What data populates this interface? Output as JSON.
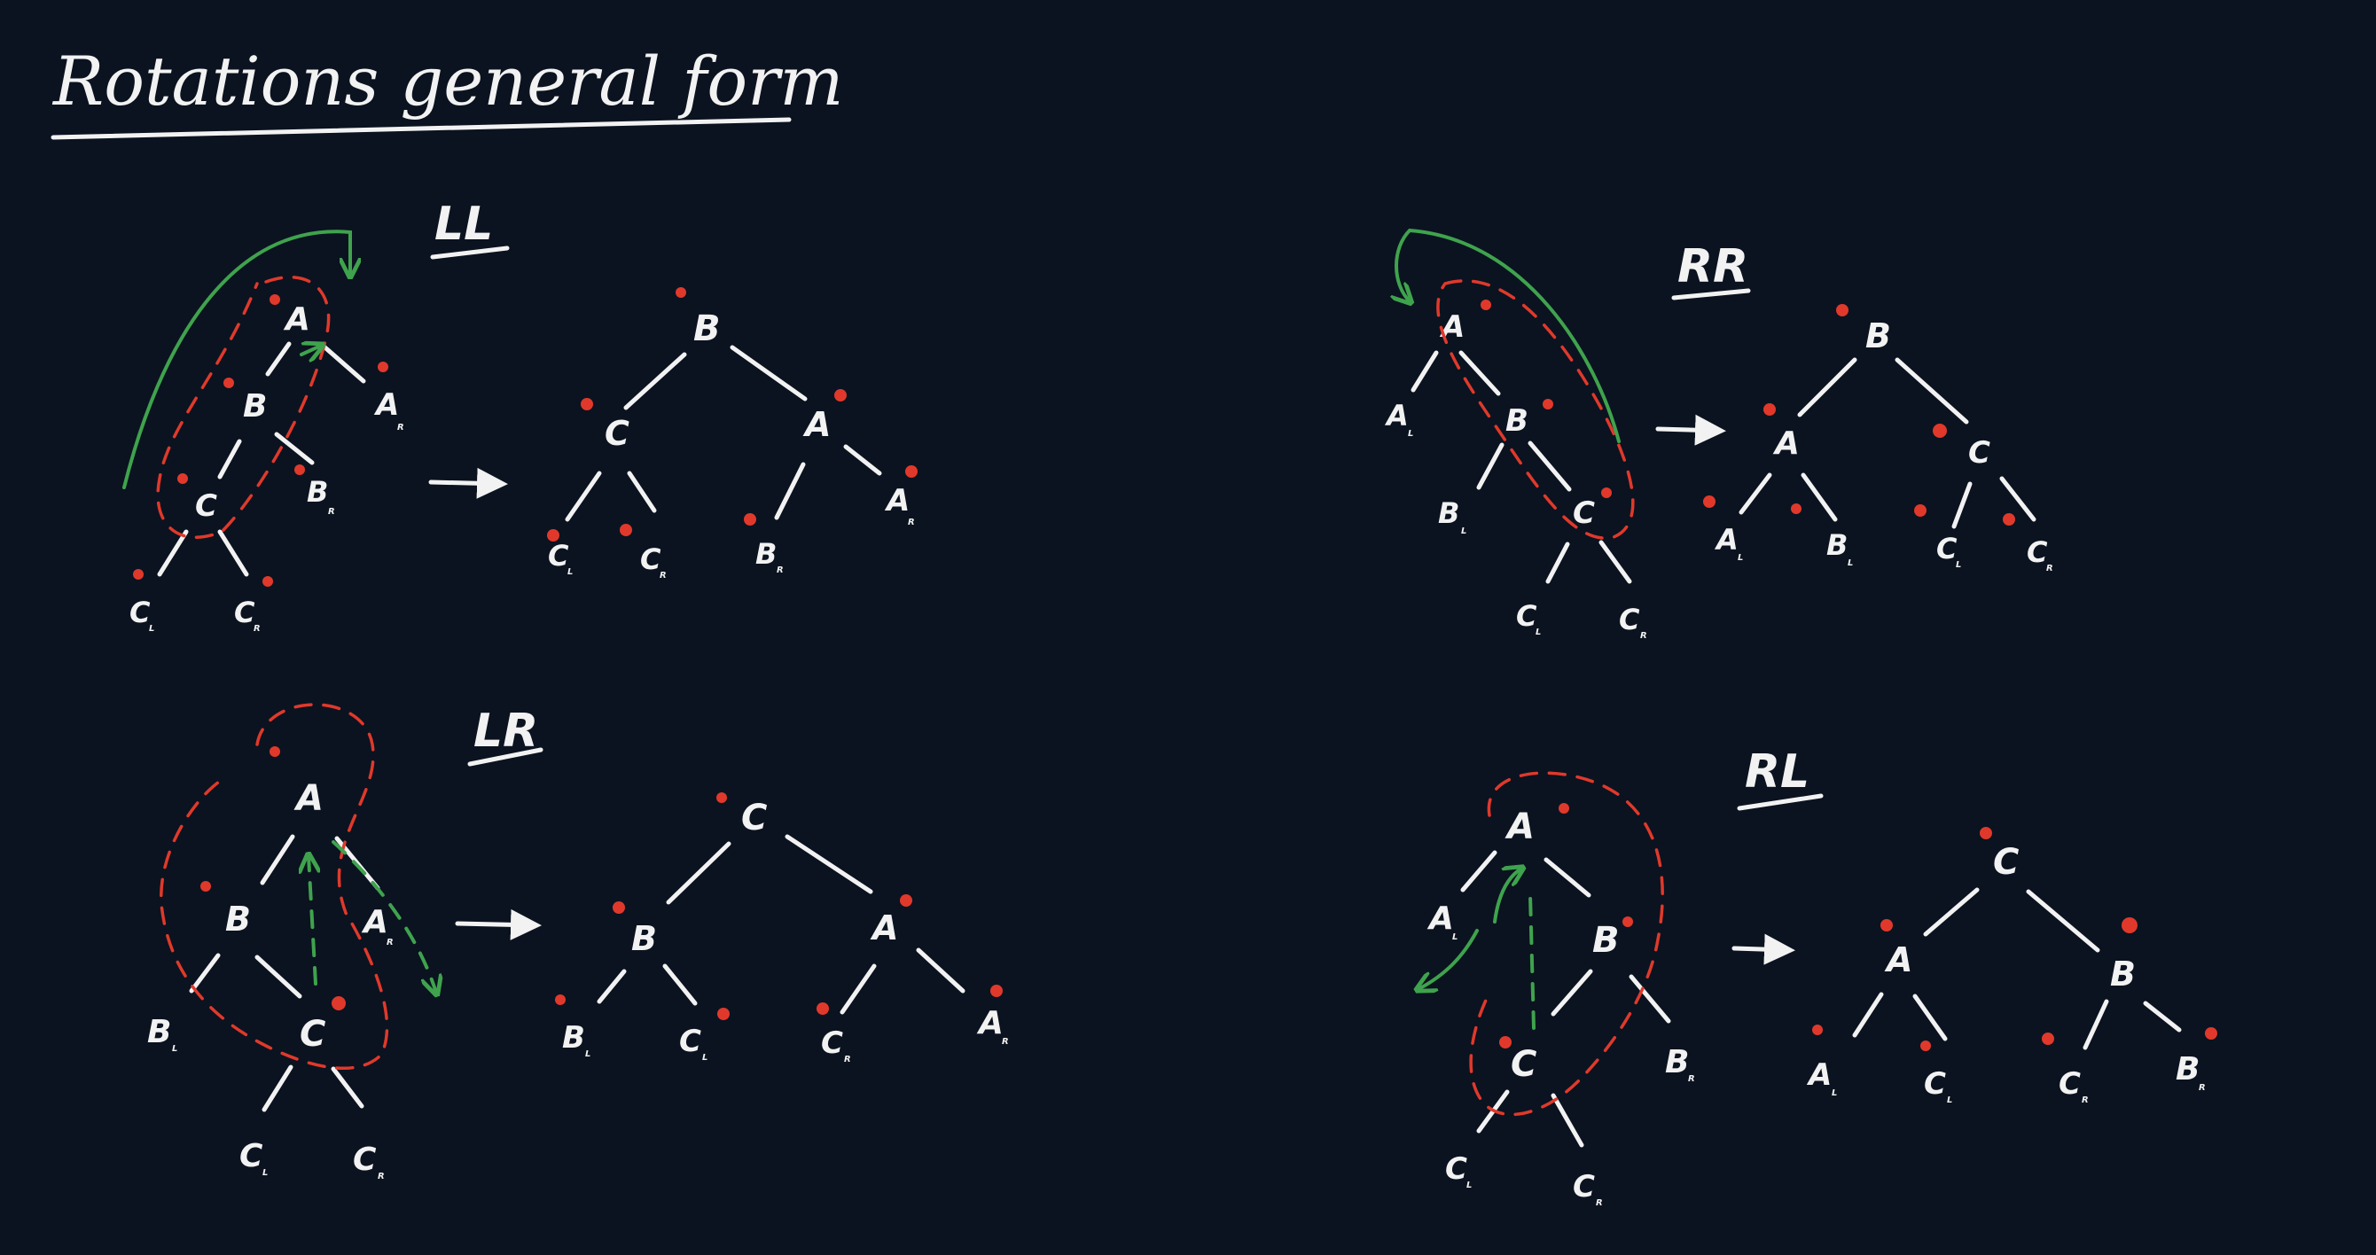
{
  "title": "Rotations general form",
  "cases": {
    "ll": "LL",
    "rr": "RR",
    "lr": "LR",
    "rl": "RL"
  },
  "nodes": {
    "A": "A",
    "B": "B",
    "C": "C",
    "sub_L": "L",
    "sub_R": "R"
  },
  "colors": {
    "background": "#0b1320",
    "ink": "#f2f2f2",
    "balance_marks": "#e0392b",
    "rotation_arrows": "#3fa34d"
  }
}
